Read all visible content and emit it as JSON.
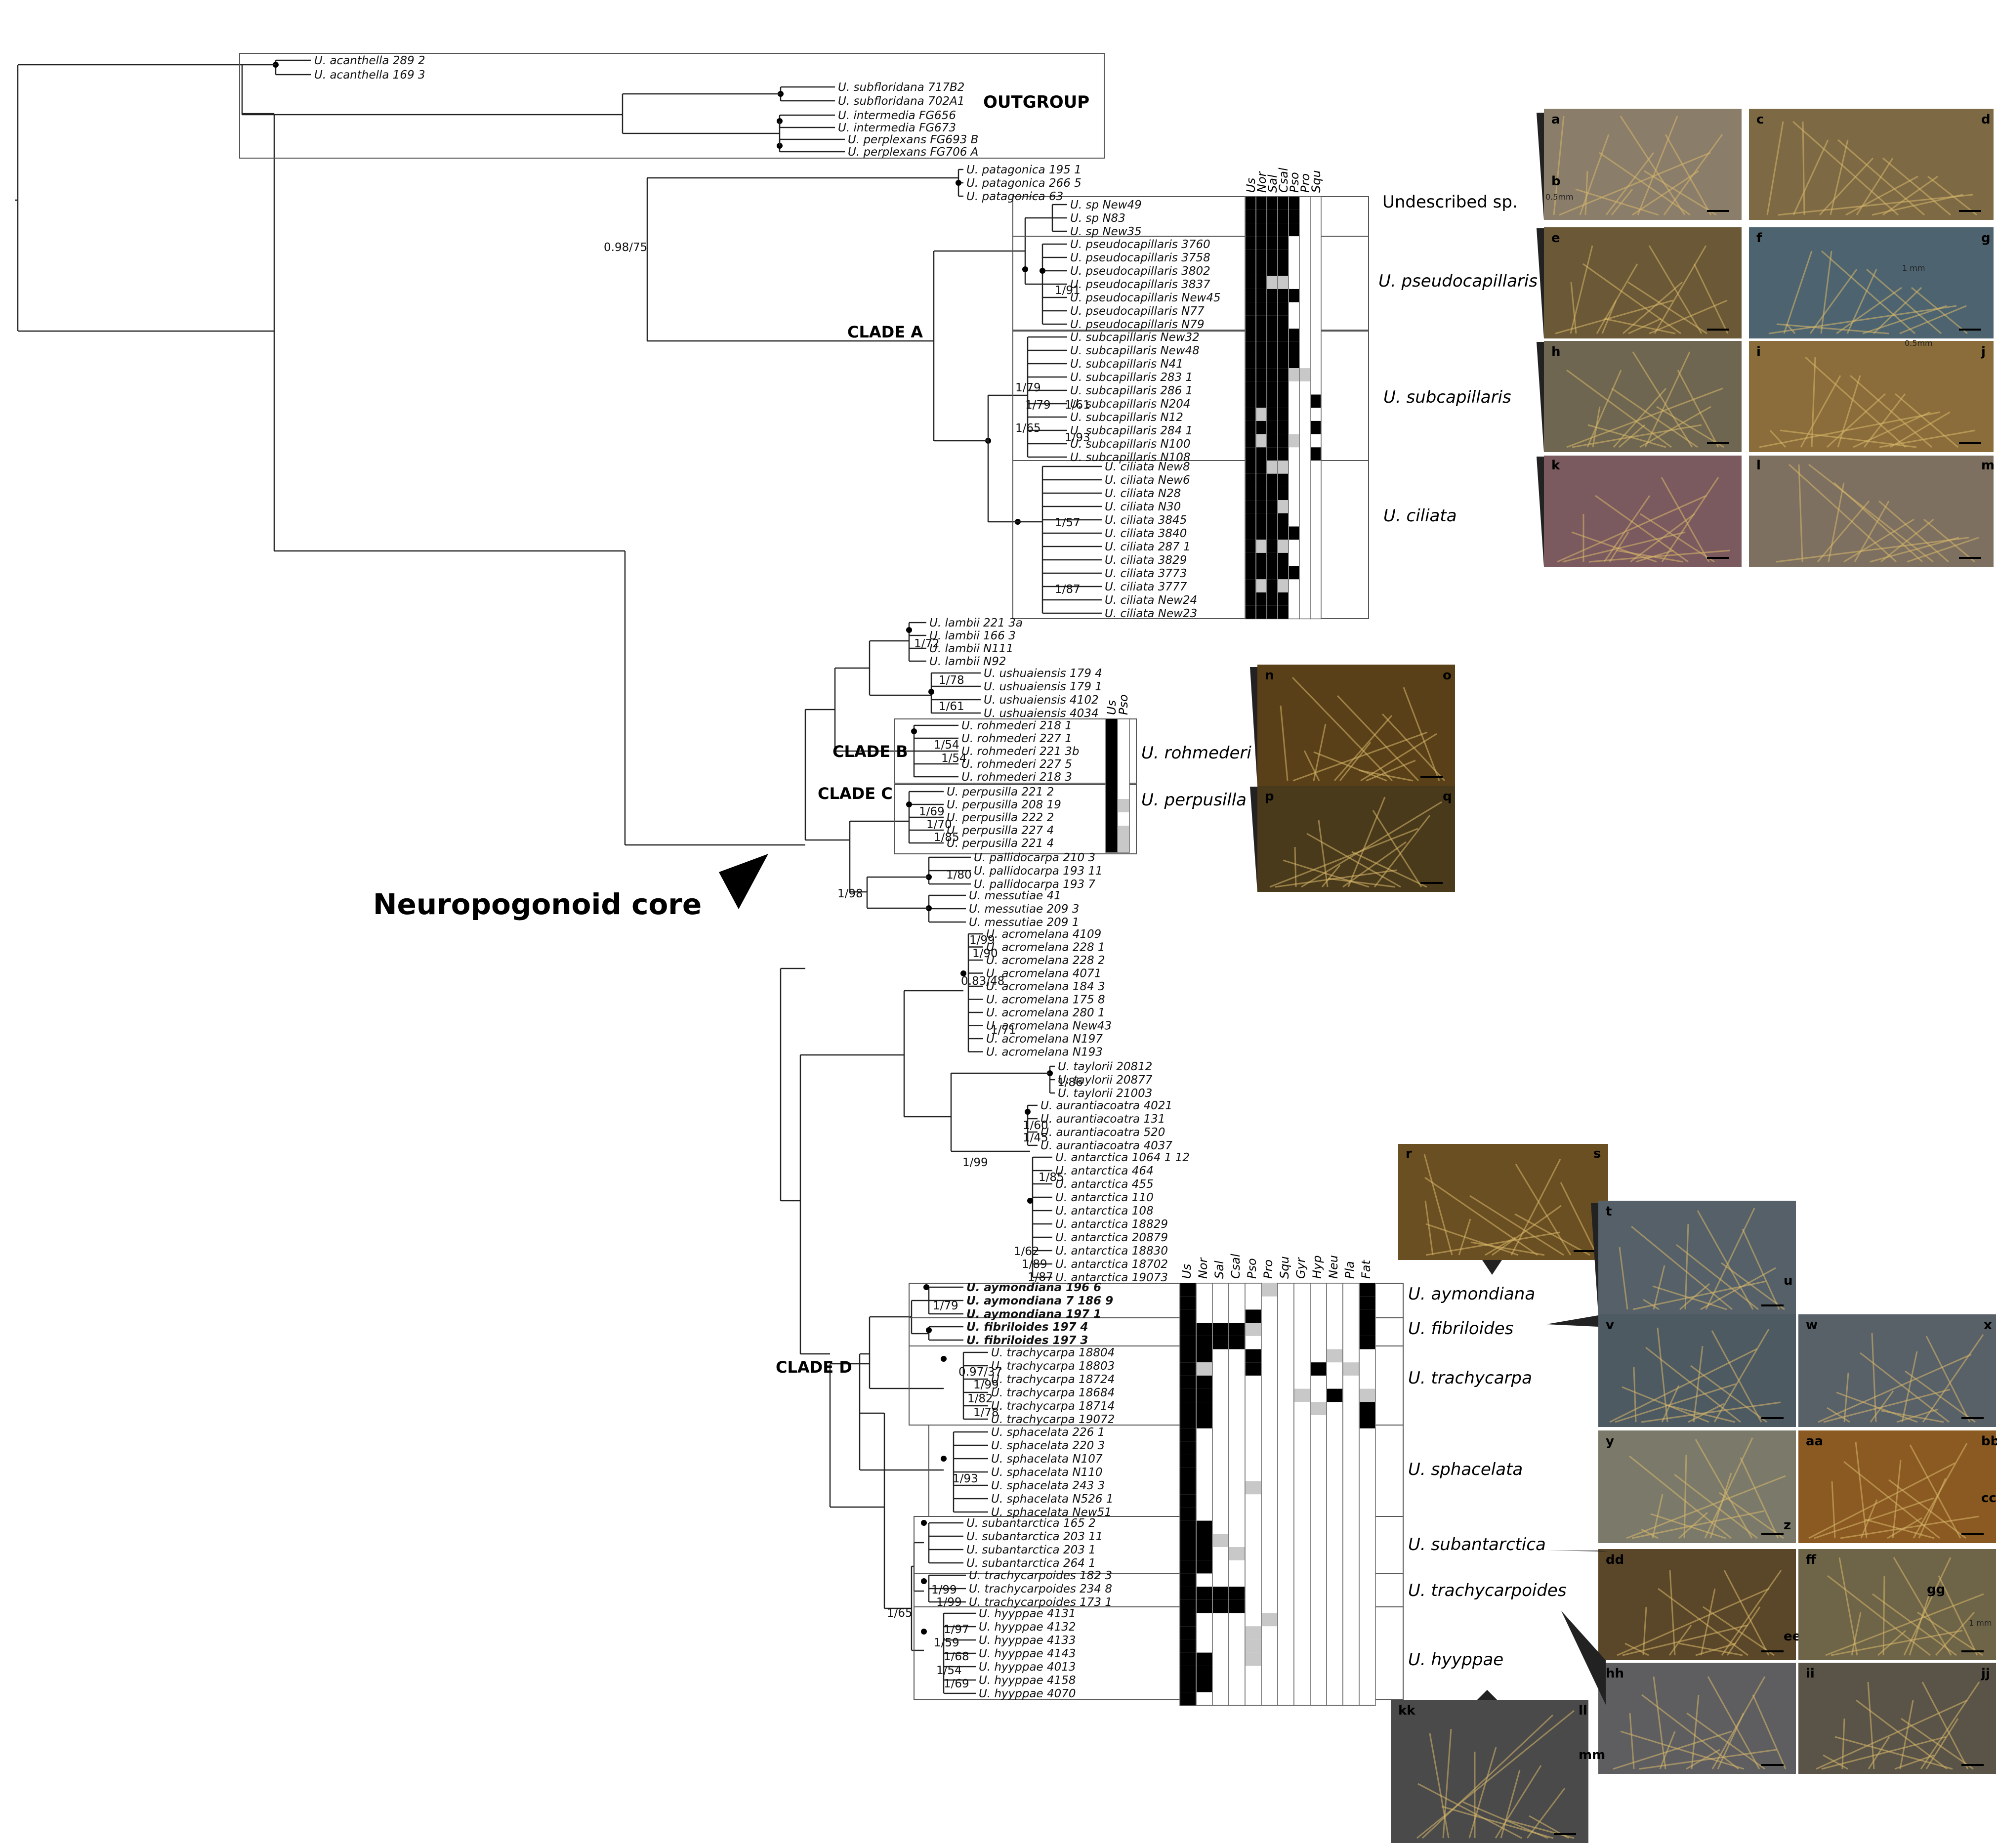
{
  "outgroup": {
    "label": "OUTGROUP",
    "tips": [
      "U. acanthella 289 2",
      "U. acanthella 169 3",
      "U. subfloridana 717B2",
      "U. subfloridana 702A1",
      "U. intermedia FG656",
      "U. intermedia FG673",
      "U. perplexans FG693 B",
      "U. perplexans FG706 A"
    ]
  },
  "clade_a": {
    "label": "CLADE A",
    "root_support": "0.98/75",
    "patagonica": [
      "U. patagonica 195 1",
      "U. patagonica 266 5",
      "U. patagonica 63"
    ],
    "undescribed": [
      "U. sp New49",
      "U. sp N83",
      "U. sp New35"
    ],
    "pseudocapillaris": [
      "U. pseudocapillaris 3760",
      "U. pseudocapillaris 3758",
      "U. pseudocapillaris 3802",
      "U. pseudocapillaris 3837",
      "U. pseudocapillaris New45",
      "U. pseudocapillaris N77",
      "U. pseudocapillaris N79"
    ],
    "subcapillaris": [
      "U. subcapillaris New32",
      "U. subcapillaris New48",
      "U. subcapillaris N41",
      "U. subcapillaris 283 1",
      "U. subcapillaris 286 1",
      "U. subcapillaris N204",
      "U. subcapillaris N12",
      "U. subcapillaris 284 1",
      "U. subcapillaris N100",
      "U. subcapillaris N108"
    ],
    "ciliata": [
      "U. ciliata New8",
      "U. ciliata New6",
      "U. ciliata N28",
      "U. ciliata N30",
      "U. ciliata 3845",
      "U. ciliata 3840",
      "U. ciliata 287 1",
      "U. ciliata 3829",
      "U. ciliata 3773",
      "U. ciliata 3777",
      "U. ciliata New24",
      "U. ciliata New23"
    ],
    "supports": [
      "1/91",
      "1/79",
      "1/79",
      "1/61",
      "1/65",
      "1/93",
      "1/57",
      "1/87"
    ],
    "matrix_headers": [
      "Us",
      "Nor",
      "Sal",
      "Csal",
      "Pso",
      "Pro",
      "Squ"
    ],
    "species_labels": [
      "Undescribed sp.",
      "U. pseudocapillaris",
      "U. subcapillaris",
      "U. ciliata"
    ]
  },
  "clade_bc": {
    "label_b": "CLADE B",
    "label_c": "CLADE C",
    "lambii": [
      "U. lambii 221 3a",
      "U. lambii 166 3",
      "U. lambii N111",
      "U. lambii N92"
    ],
    "ushuaiensis": [
      "U. ushuaiensis 179 4",
      "U. ushuaiensis 179 1",
      "U. ushuaiensis 4102",
      "U. ushuaiensis 4034"
    ],
    "rohmederi": [
      "U. rohmederi 218 1",
      "U. rohmederi 227 1",
      "U. rohmederi 221 3b",
      "U. rohmederi 227 5",
      "U. rohmederi 218 3"
    ],
    "perpusilla": [
      "U. perpusilla 221 2",
      "U. perpusilla 208 19",
      "U. perpusilla 222 2",
      "U. perpusilla 227 4",
      "U. perpusilla 221 4"
    ],
    "pallidocarpa": [
      "U. pallidocarpa 210 3",
      "U. pallidocarpa 193 11",
      "U. pallidocarpa 193 7"
    ],
    "messutiae": [
      "U. messutiae 41",
      "U. messutiae 209 3",
      "U. messutiae 209 1"
    ],
    "supports": [
      "1/72",
      "1/78",
      "1/61",
      "1/54",
      "1/54",
      "1/69",
      "1/70",
      "1/85",
      "1/80",
      "1/98"
    ],
    "matrix_headers": [
      "Us",
      "Pso"
    ],
    "species_labels": [
      "U. rohmederi",
      "U. perpusilla"
    ]
  },
  "neuro_label": "Neuropogonoid core",
  "middle": {
    "acromelana": [
      "U. acromelana 4109",
      "U. acromelana 228 1",
      "U. acromelana 228 2",
      "U. acromelana 4071",
      "U. acromelana 184 3",
      "U. acromelana 175 8",
      "U. acromelana 280 1",
      "U. acromelana New43",
      "U. acromelana N197",
      "U. acromelana N193"
    ],
    "taylorii": [
      "U. taylorii 20812",
      "U. taylorii 20877",
      "U. taylorii 21003"
    ],
    "aurantiacoatra": [
      "U. aurantiacoatra 4021",
      "U. aurantiacoatra 131",
      "U. aurantiacoatra 520",
      "U. aurantiacoatra 4037"
    ],
    "antarctica": [
      "U. antarctica 1064 1 12",
      "U. antarctica 464",
      "U. antarctica 455",
      "U. antarctica 110",
      "U. antarctica 108",
      "U. antarctica 18829",
      "U. antarctica 20879",
      "U. antarctica 18830",
      "U. antarctica 18702",
      "U. antarctica 19073"
    ],
    "supports": [
      "1/99",
      "1/90",
      "0.83/48",
      "1/71",
      "1/86",
      "1/60",
      "1/45",
      "1/99",
      "1/85",
      "1/62",
      "1/89",
      "1/87"
    ]
  },
  "clade_d": {
    "label": "CLADE D",
    "aymondiana": [
      "U. aymondiana 196 6",
      "U. aymondiana 7 186 9",
      "U. aymondiana 197 1"
    ],
    "fibriloides": [
      "U. fibriloides 197 4",
      "U. fibriloides 197 3"
    ],
    "trachycarpa": [
      "U. trachycarpa 18804",
      "U. trachycarpa 18803",
      "U. trachycarpa 18724",
      "U. trachycarpa 18684",
      "U. trachycarpa 18714",
      "U. trachycarpa 19072"
    ],
    "sphacelata": [
      "U. sphacelata 226 1",
      "U. sphacelata 220 3",
      "U. sphacelata N107",
      "U. sphacelata N110",
      "U. sphacelata 243 3",
      "U. sphacelata N526 1",
      "U. sphacelata New51"
    ],
    "subantarctica": [
      "U. subantarctica 165 2",
      "U. subantarctica 203 11",
      "U. subantarctica 203 1",
      "U. subantarctica 264 1"
    ],
    "trachycarpoides": [
      "U. trachycarpoides 182 3",
      "U. trachycarpoides 234 8",
      "U. trachycarpoides 173 1"
    ],
    "hyyppae": [
      "U. hyyppae 4131",
      "U. hyyppae 4132",
      "U. hyyppae 4133",
      "U. hyyppae 4143",
      "U. hyyppae 4013",
      "U. hyyppae 4158",
      "U. hyyppae 4070"
    ],
    "supports": [
      "1/79",
      "0.97/37",
      "1/99",
      "1/82",
      "1/78",
      "1/93",
      "1/99",
      "1/99",
      "1/65",
      "1/97",
      "1/59",
      "1/68",
      "1/54",
      "1/69"
    ],
    "matrix_headers": [
      "Us",
      "Nor",
      "Sal",
      "Csal",
      "Pso",
      "Pro",
      "Squ",
      "Gyr",
      "Hyp",
      "Neu",
      "Pla",
      "Fat"
    ],
    "species_labels": [
      "U. aymondiana",
      "U. fibriloides",
      "U. trachycarpa",
      "U. sphacelata",
      "U. subantarctica",
      "U. trachycarpoides",
      "U. hyyppae"
    ]
  },
  "photo_letters": [
    "a",
    "b",
    "c",
    "d",
    "e",
    "f",
    "g",
    "h",
    "i",
    "j",
    "k",
    "l",
    "m",
    "n",
    "o",
    "p",
    "q",
    "r",
    "s",
    "t",
    "u",
    "v",
    "w",
    "x",
    "y",
    "z",
    "aa",
    "bb",
    "cc",
    "dd",
    "ee",
    "ff",
    "gg",
    "hh",
    "ii",
    "jj",
    "kk",
    "ll",
    "mm"
  ],
  "scale_notes": [
    "0.5mm",
    "1 mm",
    "0.5mm",
    "1 mm"
  ],
  "colors": {
    "line": "#222222",
    "fill_black": "#000000",
    "fill_grey": "#c8c8c8",
    "photo_dark": "#3a3228",
    "photo_gold": "#b08a3c"
  }
}
